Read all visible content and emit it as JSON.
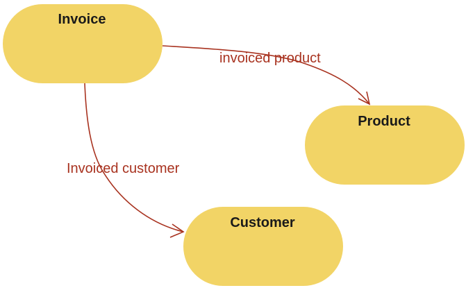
{
  "colors": {
    "node_fill": "#f2d466",
    "edge": "#a8321f"
  },
  "nodes": {
    "invoice": {
      "label": "Invoice"
    },
    "product": {
      "label": "Product"
    },
    "customer": {
      "label": "Customer"
    }
  },
  "edges": {
    "invoiced_product": {
      "label": "invoiced product",
      "from": "Invoice",
      "to": "Product"
    },
    "invoiced_customer": {
      "label": "Invoiced customer",
      "from": "Invoice",
      "to": "Customer"
    }
  }
}
